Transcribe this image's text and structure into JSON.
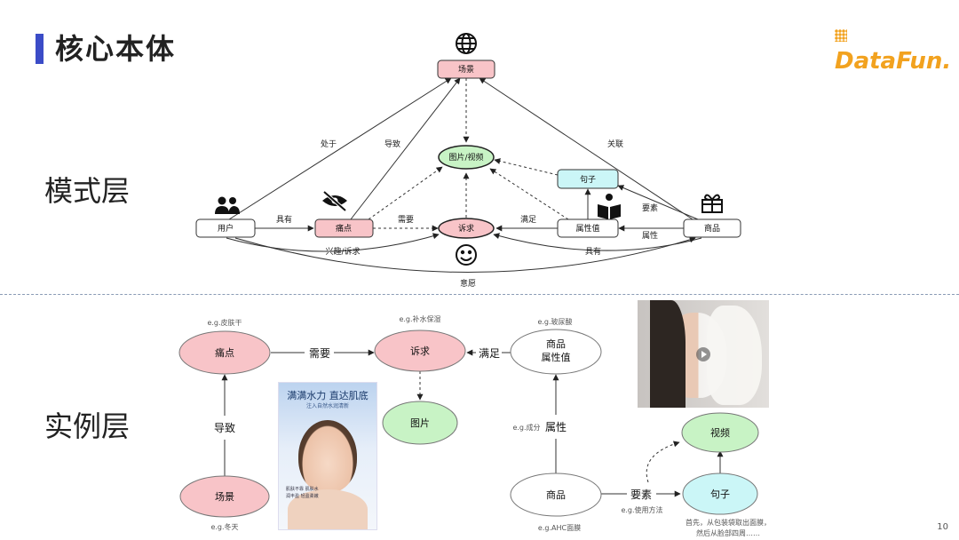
{
  "page": {
    "title": "核心本体",
    "logo": "DataFun.",
    "page_number": "10"
  },
  "layers": {
    "schema": "模式层",
    "instance": "实例层"
  },
  "schema": {
    "nodes": {
      "scene": "场景",
      "media": "图片/视频",
      "sentence": "句子",
      "user": "用户",
      "pain": "痛点",
      "appeal": "诉求",
      "attr_value": "属性值",
      "product": "商品"
    },
    "edges": {
      "user_scene": "处于",
      "pain_scene": "导致",
      "product_scene": "关联",
      "user_pain": "具有",
      "pain_appeal": "需要",
      "attr_appeal": "满足",
      "product_sentence": "要素",
      "product_attr": "属性",
      "user_appeal": "兴趣/诉求",
      "product_appeal": "具有",
      "user_product": "意愿"
    }
  },
  "instance": {
    "nodes": {
      "pain": "痛点",
      "appeal": "诉求",
      "attr_value": "商品\n属性值",
      "image": "图片",
      "scene": "场景",
      "product": "商品",
      "video": "视频",
      "sentence": "句子"
    },
    "edges": {
      "pain_appeal": "需要",
      "attr_appeal": "满足",
      "scene_pain": "导致",
      "product_attr": "属性",
      "product_sentence": "要素"
    },
    "examples": {
      "pain": "e.g.皮肤干",
      "appeal": "e.g.补水保湿",
      "attr_value": "e.g.玻尿酸",
      "scene": "e.g.冬天",
      "attr": "e.g.成分",
      "product": "e.g.AHC面膜",
      "sentence": "e.g.使用方法",
      "sentence_text": "首先，从包装袋取出面膜，\n然后从脸部四周……"
    },
    "ad": {
      "title": "满满水力 直达肌底",
      "subtitle": "注入自然水润清新",
      "footer": "肌肤不靠 肌肤水润丰盈 轻盈柔嫩"
    }
  },
  "colors": {
    "pink": "#f8c4c8",
    "green": "#c8f3c5",
    "cyan": "#cbf6f7",
    "white": "#ffffff",
    "accent": "#3b4cc7",
    "logo": "#f2a21f"
  }
}
